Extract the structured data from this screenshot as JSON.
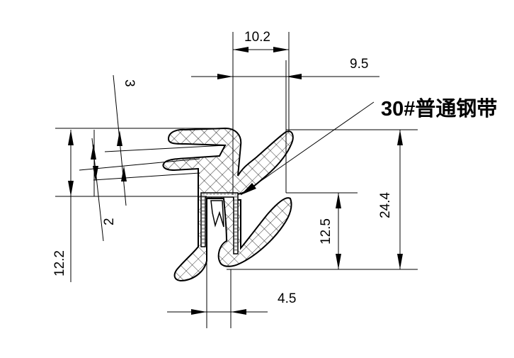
{
  "callout": {
    "label": "30#普通钢带"
  },
  "dimensions": {
    "top_width": "10.2",
    "lip_offset": "9.5",
    "upper_lip": "3",
    "lower_lip": "2",
    "left_height": "12.2",
    "channel_height": "12.5",
    "total_height": "24.4",
    "channel_width": "4.5"
  },
  "colors": {
    "line": "#000000",
    "background": "#ffffff"
  }
}
